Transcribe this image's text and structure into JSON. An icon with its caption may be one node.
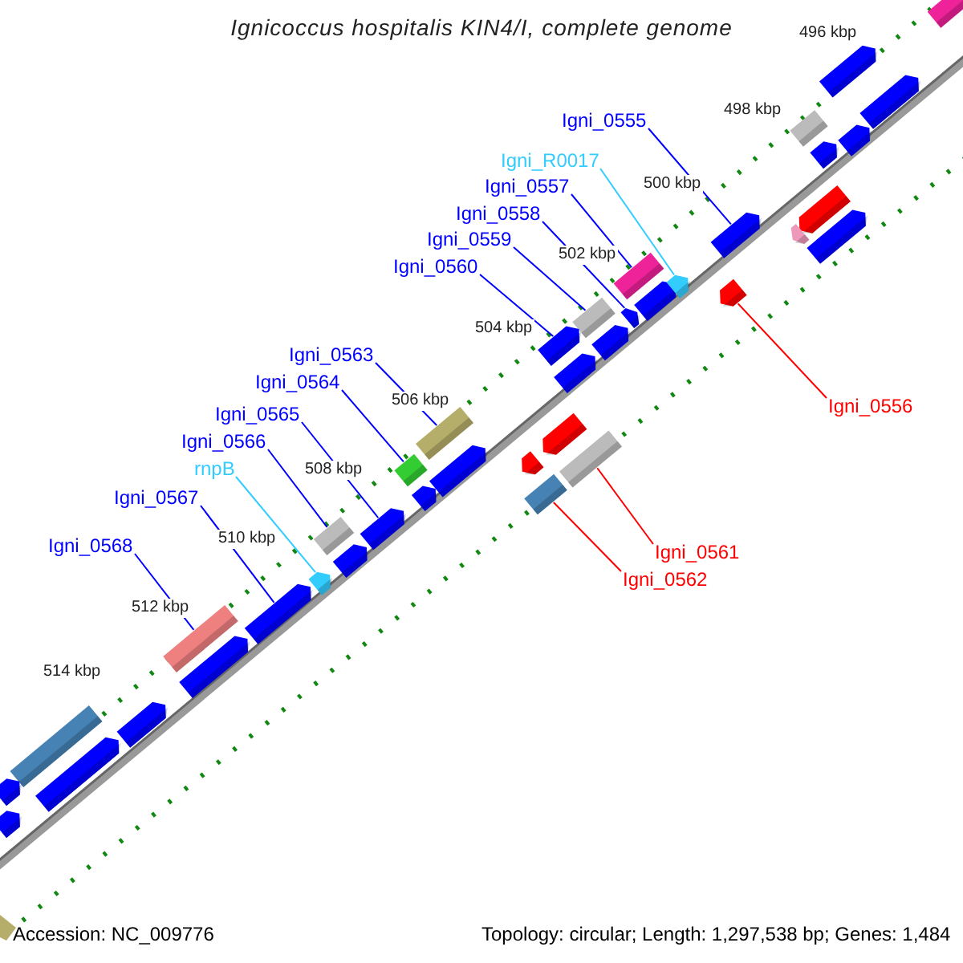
{
  "diagram": {
    "title": "Ignicoccus hospitalis KIN4/I, complete genome",
    "nodes": [
      {
        "text": [
          "Igni_0555"
        ]
      },
      {
        "text": [
          "Igni_R0017"
        ]
      },
      {
        "text": [
          "Igni_0557"
        ]
      },
      {
        "text": [
          "Igni_0558"
        ]
      },
      {
        "text": [
          "Igni_0559"
        ]
      },
      {
        "text": [
          "Igni_0560"
        ]
      },
      {
        "text": [
          "Igni_0563"
        ]
      },
      {
        "text": [
          "Igni_0564"
        ]
      },
      {
        "text": [
          "Igni_0556"
        ]
      },
      {
        "text": [
          "Igni_0565"
        ]
      },
      {
        "text": [
          "Igni_0566"
        ]
      },
      {
        "text": [
          "rnpB"
        ]
      },
      {
        "text": [
          "Igni_0567"
        ]
      },
      {
        "text": [
          "Igni_0568"
        ]
      },
      {
        "text": [
          "Igni_0561"
        ]
      },
      {
        "text": [
          "Igni_0562"
        ]
      },
      {
        "text": [],
        "shape": "box"
      },
      {
        "text": [],
        "shape": "box"
      },
      {
        "text": [],
        "shape": "box"
      },
      {
        "text": [],
        "shape": "box"
      },
      {
        "text": [],
        "shape": "box"
      },
      {
        "text": [],
        "shape": "box"
      },
      {
        "text": [],
        "shape": "box"
      },
      {
        "text": [],
        "shape": "box"
      },
      {
        "text": [],
        "shape": "box"
      },
      {
        "text": [],
        "shape": "box"
      },
      {
        "text": [],
        "shape": "box"
      },
      {
        "text": [],
        "shape": "box"
      },
      {
        "text": [],
        "shape": "box"
      },
      {
        "text": [],
        "shape": "box"
      },
      {
        "text": [],
        "shape": "box"
      },
      {
        "text": [],
        "shape": "box"
      }
    ],
    "edges": [
      {
        "from": 0,
        "to": 16,
        "arrow": "none"
      },
      {
        "from": 1,
        "to": 17,
        "arrow": "none",
        "color": "#33ccff"
      },
      {
        "from": 2,
        "to": 18,
        "arrow": "none"
      },
      {
        "from": 3,
        "to": 19,
        "arrow": "none"
      },
      {
        "from": 4,
        "to": 20,
        "arrow": "none"
      },
      {
        "from": 5,
        "to": 21,
        "arrow": "none"
      },
      {
        "from": 6,
        "to": 22,
        "arrow": "none"
      },
      {
        "from": 7,
        "to": 23,
        "arrow": "none"
      },
      {
        "from": 8,
        "to": 24,
        "arrow": "none",
        "color": "#ff0000"
      },
      {
        "from": 9,
        "to": 25,
        "arrow": "none"
      },
      {
        "from": 10,
        "to": 26,
        "arrow": "none"
      },
      {
        "from": 11,
        "to": 27,
        "arrow": "none",
        "color": "#33ccff"
      },
      {
        "from": 12,
        "to": 28,
        "arrow": "none"
      },
      {
        "from": 13,
        "to": 29,
        "arrow": "none"
      },
      {
        "from": 14,
        "to": 30,
        "arrow": "none",
        "color": "#ff0000"
      },
      {
        "from": 15,
        "to": 31,
        "arrow": "none",
        "color": "#ff0000"
      }
    ],
    "labels": [
      "496 kbp",
      "498 kbp",
      "500 kbp",
      "502 kbp",
      "504 kbp",
      "506 kbp",
      "508 kbp",
      "510 kbp",
      "512 kbp",
      "514 kbp",
      "Accession: NC_009776",
      "Topology: circular; Length: 1,297,538 bp; Genes: 1,484"
    ]
  }
}
